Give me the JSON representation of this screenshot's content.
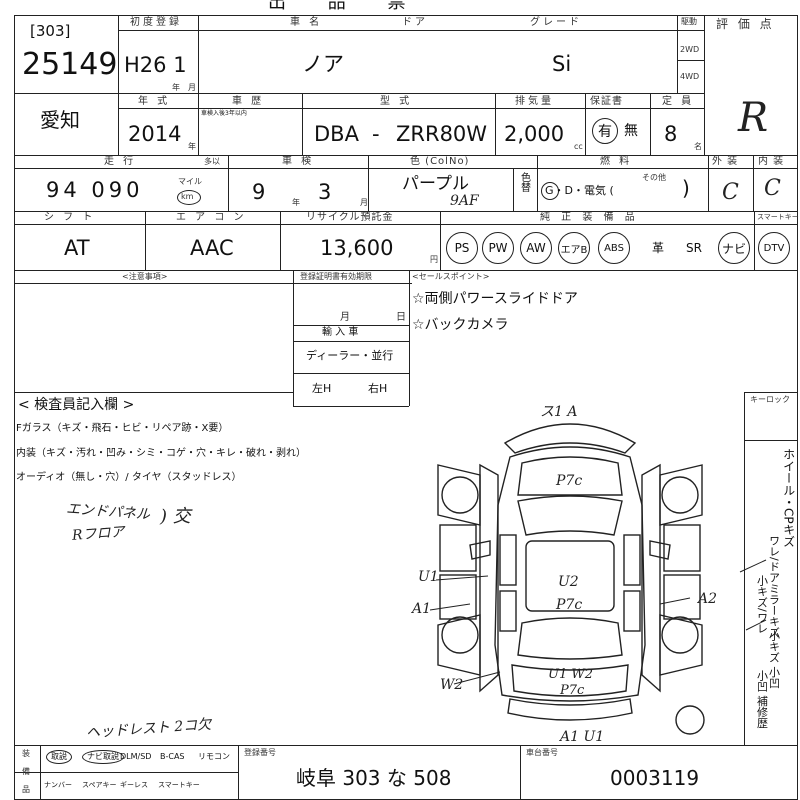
{
  "header_partial": "出 品 票",
  "lot": {
    "label": "[303]",
    "number": "25149"
  },
  "first_reg": {
    "label": "初度登録",
    "value": "H26 1",
    "unit_year": "年",
    "unit_month": "月"
  },
  "car_name": {
    "label": "車 名",
    "value": "ノア"
  },
  "doors": {
    "label": "ドア"
  },
  "grade": {
    "label": "グレード",
    "value": "Si"
  },
  "drive": {
    "label": "駆動",
    "opt1": "2WD",
    "opt2": "4WD"
  },
  "rating": {
    "label": "評 価 点",
    "value": "R"
  },
  "region": {
    "value": "愛知"
  },
  "model_year": {
    "label": "年 式",
    "value": "2014",
    "unit": "年"
  },
  "body_color_note": {
    "label": "車 歴",
    "sub": "車検入後3年以内"
  },
  "model_type": {
    "label": "型 式",
    "prefix": "DBA",
    "dash": "-",
    "value": "ZRR80W"
  },
  "displacement": {
    "label": "排気量",
    "value": "2,000",
    "unit": "cc"
  },
  "warranty": {
    "label": "保証書",
    "yes": "有",
    "no": "無"
  },
  "capacity": {
    "label": "定 員",
    "value": "8",
    "unit": "名"
  },
  "mileage": {
    "label": "走 行",
    "value": "94 090",
    "unit1": "マイル",
    "unit2": "km",
    "extra_label": "多以"
  },
  "inspection": {
    "label": "車 検",
    "year": "9",
    "month": "3",
    "unit_year": "年",
    "unit_month": "月"
  },
  "color": {
    "label": "色 (ColNo)",
    "value": "パープル",
    "code": "9AF",
    "change_label": "色替"
  },
  "fuel": {
    "label": "燃 料",
    "value": "G・D・電気 (",
    "other": "その他",
    "close": ")"
  },
  "exterior": {
    "label": "外 装",
    "value": "C"
  },
  "interior": {
    "label": "内 装",
    "value": "C"
  },
  "shift": {
    "label": "シ フ ト",
    "value": "AT"
  },
  "aircon": {
    "label": "エ ア コ ン",
    "value": "AAC"
  },
  "recycle": {
    "label": "リサイクル預託金",
    "value": "13,600",
    "unit": "円"
  },
  "equipment": {
    "label": "純 正 装 備 品",
    "items": [
      "PS",
      "PW",
      "AW",
      "エアB",
      "ABS",
      "革",
      "SR",
      "ナビ",
      "DTV"
    ],
    "circled": [
      true,
      true,
      true,
      true,
      true,
      false,
      false,
      true,
      true
    ]
  },
  "smart_key_label": "スマートキー",
  "notes": {
    "label": "<注意事項>"
  },
  "registration": {
    "label": "登録証明書有効期限",
    "month_unit": "月",
    "day_unit": "日"
  },
  "import": {
    "label": "輸 入 車",
    "dealer": "ディーラー・並行",
    "left": "左H",
    "right": "右H"
  },
  "sales_points": {
    "label": "<セールスポイント>",
    "items": [
      "☆両側パワースライドドア",
      "☆バックカメラ"
    ]
  },
  "inspector": {
    "label": "< 検査員記入欄 >",
    "line1": "Fガラス（キズ・飛石・ヒビ・リペア跡・X要）",
    "line2": "内装（キズ・汚れ・凹み・シミ・コゲ・穴・キレ・破れ・剥れ）",
    "line3": "オーディオ（無し・穴）/ タイヤ（スタッドレス）",
    "hand1": "エンドパネル",
    "hand2": "Rフロア",
    "hand3": ") 交",
    "hand4": "ヘッドレスト 2コ欠"
  },
  "diagram_marks": {
    "top": "ス1 A",
    "p7c_top": "P7c",
    "u2": "U2",
    "p7c_mid": "P7c",
    "u1": "U1",
    "a1_left": "A1",
    "a2_right": "A2",
    "u1w2": "U1 W2",
    "p7c_bottom": "P7c",
    "w2_left": "W2",
    "a1u1": "A1 U1"
  },
  "keyless": {
    "label": "キーロック"
  },
  "legend_vertical": [
    "ホイール・CPキズ",
    "ワレ/ドアミラーキズ",
    "小キズ/ワレ",
    "小キズ 小凹",
    "小凹 補修歴"
  ],
  "footer": {
    "option_label1": "装",
    "option_label2": "備",
    "option_label3": "品",
    "row1": [
      "取説",
      "ナビ取説",
      "DLM/SD",
      "B-CAS",
      "リモコン"
    ],
    "row2": [
      "ナンバー",
      "スペアキー",
      "ギーレス",
      "スマートキー"
    ],
    "plate_label": "登録番号",
    "plate_value": "岐阜 303 な 508",
    "chassis_label": "車台番号",
    "chassis_value": "0003119"
  }
}
